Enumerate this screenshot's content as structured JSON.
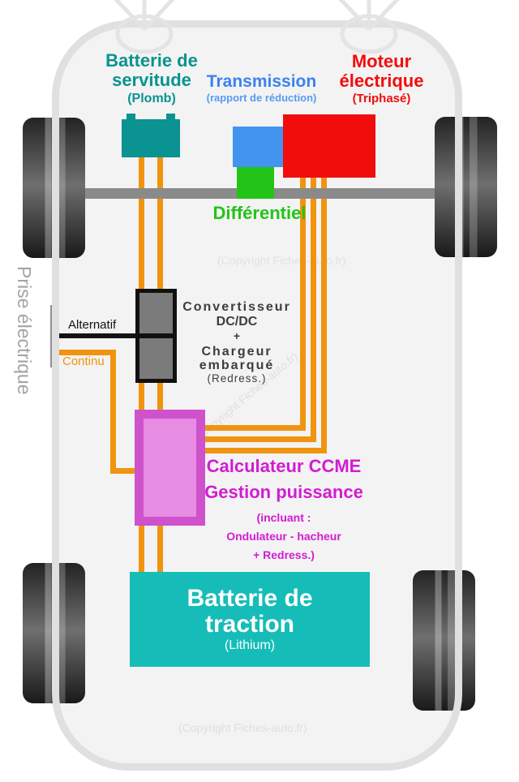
{
  "labels": {
    "servitude": {
      "line1": "Batterie de",
      "line2": "servitude",
      "sub": "(Plomb)"
    },
    "transmission": {
      "title": "Transmission",
      "sub": "(rapport de réduction)"
    },
    "motor": {
      "line1": "Moteur",
      "line2": "électrique",
      "sub": "(Triphasé)"
    },
    "differential": {
      "text": "Différentiel"
    },
    "plug": {
      "text": "Prise électrique"
    },
    "wires": {
      "alternatif": "Alternatif",
      "continu": "Continu"
    },
    "converter": {
      "l1": "Convertisseur",
      "l2": "DC/DC",
      "l3": "+",
      "l4": "Chargeur",
      "l5": "embarqué",
      "l6": "(Redress.)"
    },
    "ccme": {
      "l1": "Calculateur CCME",
      "l2": "Gestion puissance",
      "s1": "(incluant :",
      "s2": "Ondulateur - hacheur",
      "s3": "+ Redress.)"
    },
    "traction": {
      "line1": "Batterie de",
      "line2": "traction",
      "sub": "(Lithium)"
    },
    "watermark": {
      "text": "(Copyright Fiches-auto.fr)"
    }
  },
  "colors": {
    "servitude_teal": "#0A9390",
    "traction_teal": "#16BDB8",
    "transmission_blue": "#4294F0",
    "motor_red": "#F20D0D",
    "differential_green": "#23C417",
    "wire_orange": "#F0940F",
    "wire_alternatif_black": "#141414",
    "ccme_border_magenta": "#CF52CC",
    "ccme_fill_magenta": "#E78CE3",
    "ccme_text_magenta": "#D21CD2",
    "axle_gray": "#8A8A8A",
    "car_outline_gray": "#E0E0E0",
    "car_fill": "#F3F3F3"
  }
}
